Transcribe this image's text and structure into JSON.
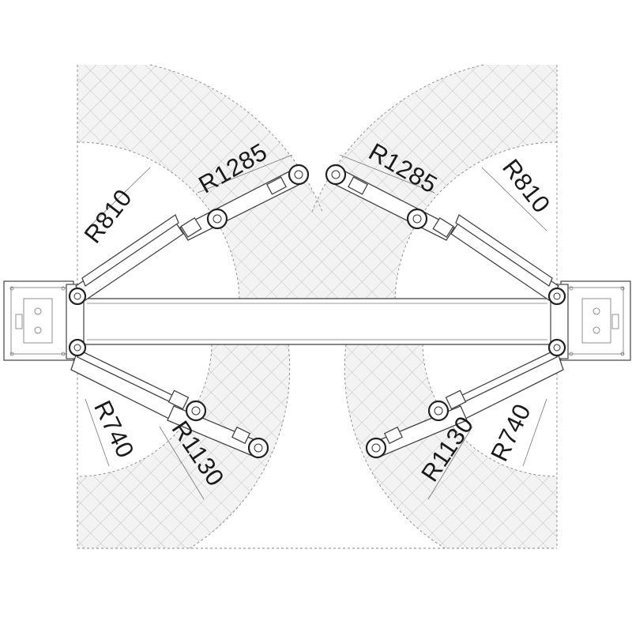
{
  "dimensions": {
    "top_left_inner": "R810",
    "top_left_outer": "R1285",
    "top_right_outer": "R1285",
    "top_right_inner": "R810",
    "bottom_left_inner": "R740",
    "bottom_left_outer": "R1130",
    "bottom_right_outer": "R1130",
    "bottom_right_inner": "R740"
  }
}
